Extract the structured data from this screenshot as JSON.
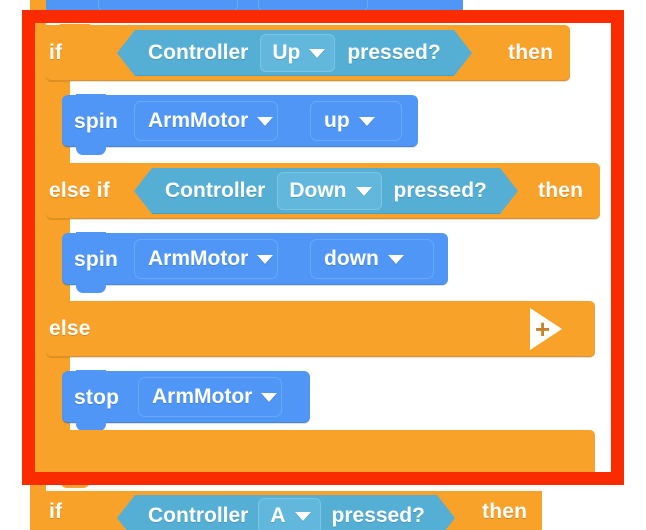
{
  "app": {
    "kind": "block-based-visual-programming-workspace",
    "canvas_background": "#ffffff"
  },
  "colors": {
    "control_orange": "#f9a22a",
    "motion_blue": "#4f96f6",
    "sensing_cyan": "#55aed4",
    "selection_red": "#fb2b00",
    "text_white": "#ffffff",
    "mutator_plus": "#c8832a"
  },
  "selection": {
    "present": true,
    "target": "if-elseif-else-block",
    "outline_color": "#fb2b00"
  },
  "blocks": {
    "partial_top_block": {
      "type": "motion-statement",
      "note": "clipped at top edge of viewport",
      "fields": [
        "",
        ""
      ]
    },
    "if_elseif_else": {
      "keywords": {
        "if": "if",
        "then_1": "then",
        "else_if": "else if",
        "then_2": "then",
        "else": "else"
      },
      "condition_1": {
        "type": "boolean-reporter",
        "prefix": "Controller",
        "dropdown_value": "Up",
        "suffix": "pressed?"
      },
      "body_1": [
        {
          "type": "motor-statement",
          "verb": "spin",
          "dropdown_motor": "ArmMotor",
          "dropdown_direction": "up"
        }
      ],
      "condition_2": {
        "type": "boolean-reporter",
        "prefix": "Controller",
        "dropdown_value": "Down",
        "suffix": "pressed?"
      },
      "body_2": [
        {
          "type": "motor-statement",
          "verb": "spin",
          "dropdown_motor": "ArmMotor",
          "dropdown_direction": "down"
        }
      ],
      "body_else": [
        {
          "type": "motor-statement",
          "verb": "stop",
          "dropdown_motor": "ArmMotor"
        }
      ],
      "mutator": {
        "icon": "triangle-plus-icon",
        "label": "+",
        "purpose": "add-else-if-branch"
      }
    },
    "next_if": {
      "note": "clipped at bottom edge of viewport",
      "keywords": {
        "if": "if",
        "then": "then"
      },
      "condition": {
        "type": "boolean-reporter",
        "prefix": "Controller",
        "dropdown_value": "A",
        "suffix": "pressed?"
      }
    }
  }
}
